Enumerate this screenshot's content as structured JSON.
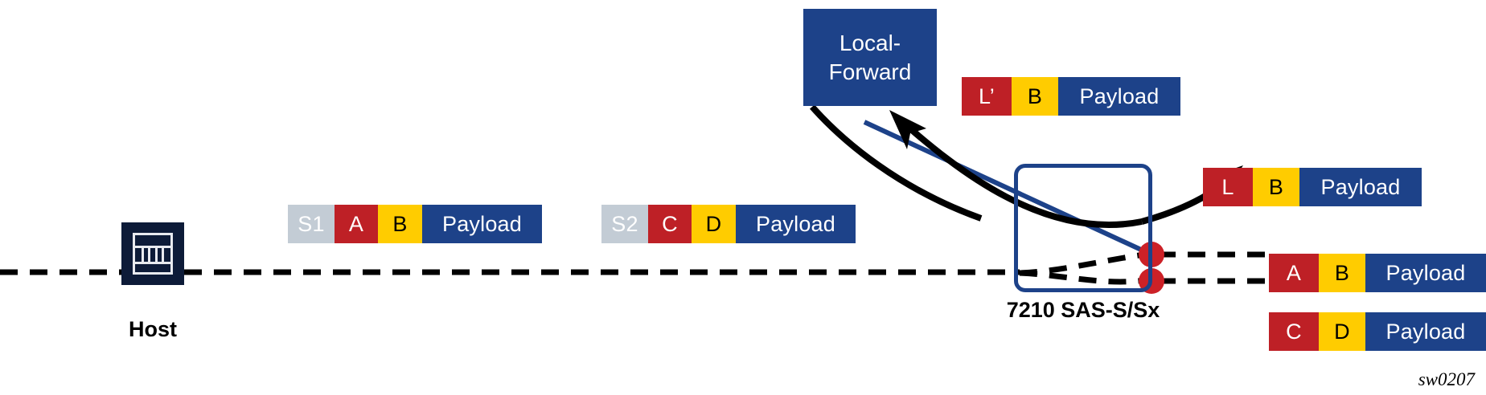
{
  "figure": {
    "caption": "sw0207"
  },
  "host": {
    "label": "Host",
    "icon": "server-rack-icon"
  },
  "local_forward": {
    "label": "Local-Forward"
  },
  "device": {
    "label": "7210 SAS-S/Sx"
  },
  "colors": {
    "red": "#be2026",
    "yellow": "#ffcc00",
    "blue": "#1d4289",
    "gray": "#c3ccd5",
    "navy": "#0d1b38",
    "black": "#000000",
    "white": "#ffffff"
  },
  "packets": [
    {
      "name": "packet-s1",
      "segments": [
        {
          "text": "S1",
          "color": "gray"
        },
        {
          "text": "A",
          "color": "red"
        },
        {
          "text": "B",
          "color": "yellow"
        },
        {
          "text": "Payload",
          "color": "blue"
        }
      ]
    },
    {
      "name": "packet-s2",
      "segments": [
        {
          "text": "S2",
          "color": "gray"
        },
        {
          "text": "C",
          "color": "red"
        },
        {
          "text": "D",
          "color": "yellow"
        },
        {
          "text": "Payload",
          "color": "blue"
        }
      ]
    },
    {
      "name": "packet-lprime-b",
      "segments": [
        {
          "text": "L’",
          "color": "red"
        },
        {
          "text": "B",
          "color": "yellow"
        },
        {
          "text": "Payload",
          "color": "blue"
        }
      ]
    },
    {
      "name": "packet-l-b",
      "segments": [
        {
          "text": "L",
          "color": "red"
        },
        {
          "text": "B",
          "color": "yellow"
        },
        {
          "text": "Payload",
          "color": "blue"
        }
      ]
    },
    {
      "name": "packet-a-b",
      "segments": [
        {
          "text": "A",
          "color": "red"
        },
        {
          "text": "B",
          "color": "yellow"
        },
        {
          "text": "Payload",
          "color": "blue"
        }
      ]
    },
    {
      "name": "packet-c-d",
      "segments": [
        {
          "text": "C",
          "color": "red"
        },
        {
          "text": "D",
          "color": "yellow"
        },
        {
          "text": "Payload",
          "color": "blue"
        }
      ]
    }
  ]
}
